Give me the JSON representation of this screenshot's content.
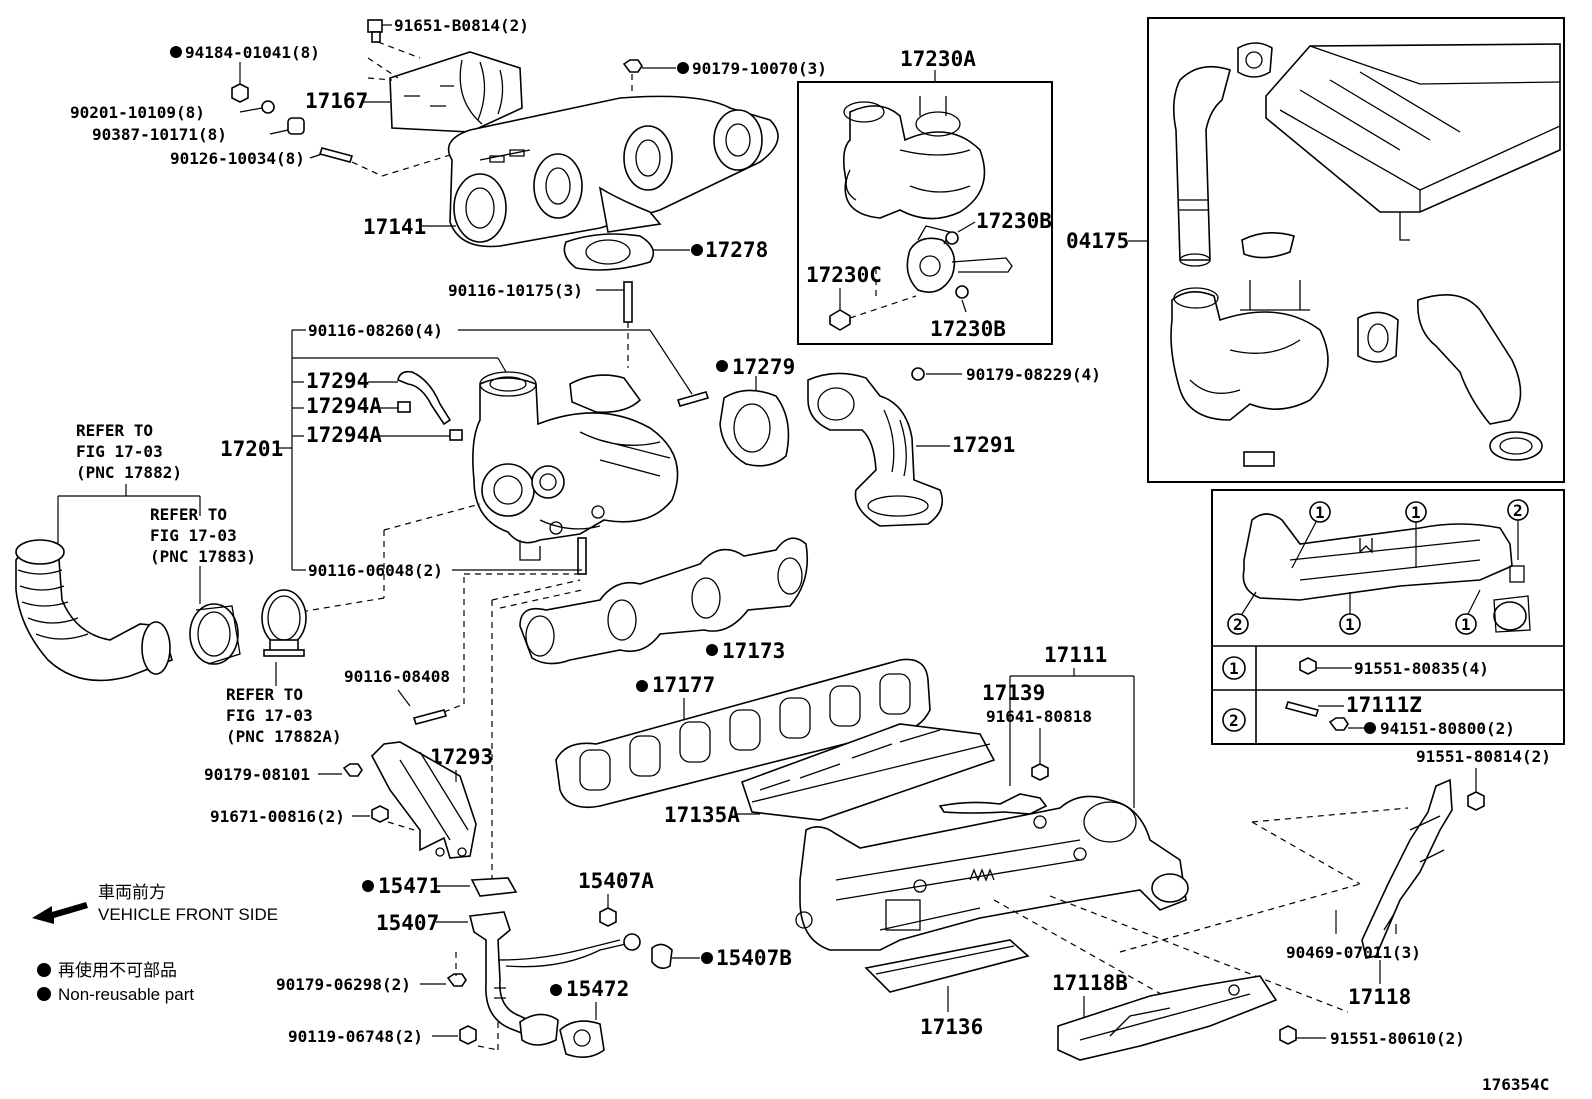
{
  "labels": {
    "p_91651": "91651-B0814(2)",
    "p_94184": "94184-01041(8)",
    "p_90201": "90201-10109(8)",
    "p_90387": "90387-10171(8)",
    "p_90126": "90126-10034(8)",
    "p_17167": "17167",
    "p_17141": "17141",
    "p_90179_10070": "90179-10070(3)",
    "p_17278": "17278",
    "p_90116_10175": "90116-10175(3)",
    "p_90116_08260": "90116-08260(4)",
    "p_17294": "17294",
    "p_17294A_1": "17294A",
    "p_17294A_2": "17294A",
    "p_17201": "17201",
    "p_17279": "17279",
    "p_90179_08229": "90179-08229(4)",
    "p_17291": "17291",
    "p_17230A": "17230A",
    "p_17230B_1": "17230B",
    "p_17230C": "17230C",
    "p_17230B_2": "17230B",
    "p_04175": "04175",
    "p_90116_06048": "90116-06048(2)",
    "p_17173": "17173",
    "p_90116_08408": "90116-08408",
    "p_17177": "17177",
    "p_17293": "17293",
    "p_90179_08101": "90179-08101",
    "p_91671": "91671-00816(2)",
    "p_17111": "17111",
    "p_17139": "17139",
    "p_91641": "91641-80818",
    "p_17135A": "17135A",
    "p_15471": "15471",
    "p_15407A": "15407A",
    "p_15407": "15407",
    "p_15407B": "15407B",
    "p_90179_06298": "90179-06298(2)",
    "p_15472": "15472",
    "p_90119": "90119-06748(2)",
    "p_17136": "17136",
    "p_17118B": "17118B",
    "p_91551_80610": "91551-80610(2)",
    "p_91551_80814": "91551-80814(2)",
    "p_90469": "90469-07011(3)",
    "p_17118": "17118",
    "p_91551_80835": "91551-80835(4)",
    "p_17111Z": "17111Z",
    "p_94151": "94151-80800(2)",
    "c1": "1",
    "c2": "2",
    "fig_code": "176354C"
  },
  "refs": {
    "ref1": [
      "REFER TO",
      "FIG 17-03",
      "(PNC 17882)"
    ],
    "ref2": [
      "REFER TO",
      "FIG 17-03",
      "(PNC 17883)"
    ],
    "ref3": [
      "REFER TO",
      "FIG 17-03",
      "(PNC 17882A)"
    ]
  },
  "legend": {
    "front_jp": "車両前方",
    "front_en": "VEHICLE FRONT SIDE",
    "nonreuse_jp": "再使用不可部品",
    "nonreuse_en": "Non-reusable part"
  },
  "colors": {
    "ink": "#000000",
    "paper": "#ffffff"
  },
  "icons": [
    "non-reusable-bullet-icon",
    "vehicle-front-arrow-icon"
  ]
}
